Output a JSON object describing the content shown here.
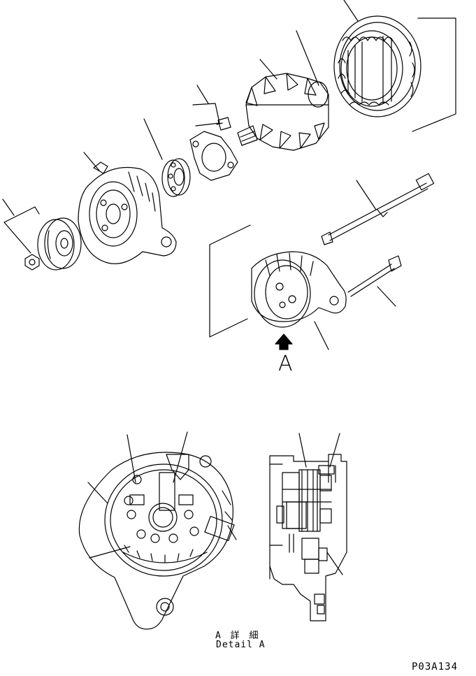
{
  "labels": {
    "view_letter": "A",
    "detail_jp": "A 詳 細",
    "detail_en": "Detail A",
    "drawing_code": "P03A134"
  },
  "colors": {
    "line": "#000000",
    "background": "#ffffff"
  },
  "icons": {
    "view_arrow": "arrow-up-icon"
  }
}
